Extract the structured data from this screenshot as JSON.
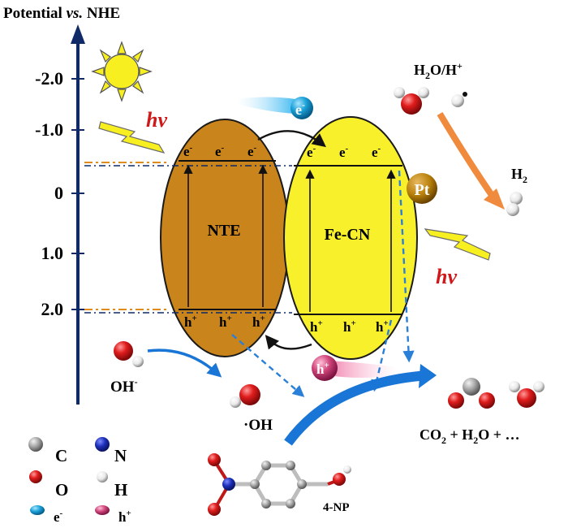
{
  "axis": {
    "title_pre": "Potential ",
    "title_vs": "vs.",
    "title_post": " NHE",
    "ticks": [
      "-2.0",
      "-1.0",
      "0",
      "1.0",
      "2.0"
    ]
  },
  "light": {
    "label_left": "hv",
    "label_right": "hv"
  },
  "semiconductors": {
    "left": {
      "name": "NTE",
      "cb": [
        "e-",
        "e-",
        "e-"
      ],
      "vb": [
        "h+",
        "h+",
        "h+"
      ]
    },
    "right": {
      "name": "Fe-CN",
      "cb": [
        "e-",
        "e-",
        "e-"
      ],
      "vb": [
        "h+",
        "h+",
        "h+"
      ]
    }
  },
  "carriers": {
    "electron": "e-",
    "hole": "h+"
  },
  "cocatalyst": "Pt",
  "reactions": {
    "reactant": "H2O/H+",
    "product_h2": "H2",
    "hydroxide": "OH-",
    "radical": "·OH",
    "pollutant": "4-NP",
    "products": "CO2 + H2O + …"
  },
  "legend": [
    {
      "symbol": "C",
      "color": "#9a9a9a"
    },
    {
      "symbol": "N",
      "color": "#1c2fb8"
    },
    {
      "symbol": "O",
      "color": "#d81e1e"
    },
    {
      "symbol": "H",
      "color": "#f0f0f0"
    },
    {
      "symbol": "e-",
      "color": "#1aa0d8"
    },
    {
      "symbol": "h+",
      "color": "#d0447a"
    }
  ],
  "colors": {
    "axis": "#0f2a66",
    "nte": "#c9841b",
    "fecn": "#f7f02a",
    "sun": "#f7ef1f",
    "blue_arrow": "#1976d6",
    "orange_arrow": "#f08a3c",
    "dash_blue": "#2a7fd8"
  }
}
